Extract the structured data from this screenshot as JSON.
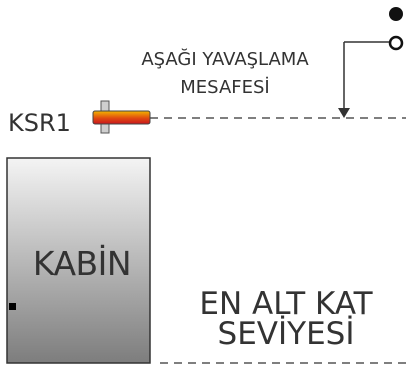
{
  "labels": {
    "decel_line1": "AŞAĞI YAVAŞLAMA",
    "decel_line2": "MESAFESİ",
    "ksr": "KSR1",
    "cabin": "KABİN",
    "floor_line1": "EN ALT KAT",
    "floor_line2": "SEVİYESİ"
  },
  "colors": {
    "lines": "#333333",
    "cabin_top": "#f4f4f4",
    "cabin_bottom": "#7d7d7d",
    "switch_body_start": "#f2b600",
    "switch_body_end": "#c8161d",
    "switch_mount": "#cfcfcf"
  },
  "icons": {
    "filled_dot": "filled-circle",
    "hollow_dot": "hollow-circle"
  }
}
